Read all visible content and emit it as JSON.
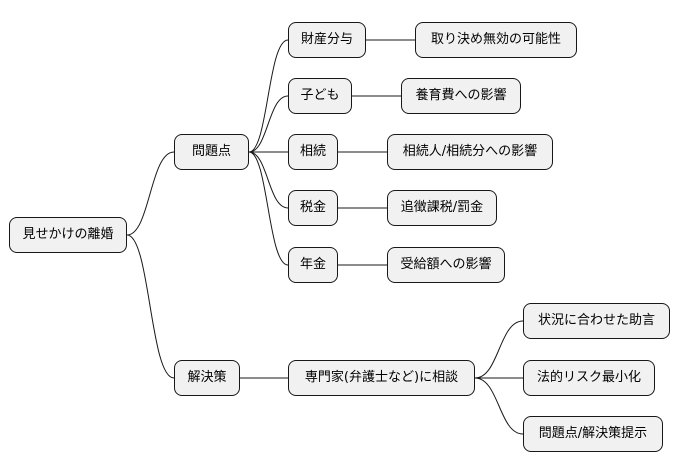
{
  "mindmap": {
    "root": {
      "label": "見せかけの離婚"
    },
    "branches": [
      {
        "label": "問題点",
        "children": [
          {
            "label": "財産分与",
            "children": [
              {
                "label": "取り決め無効の可能性"
              }
            ]
          },
          {
            "label": "子ども",
            "children": [
              {
                "label": "養育費への影響"
              }
            ]
          },
          {
            "label": "相続",
            "children": [
              {
                "label": "相続人/相続分への影響"
              }
            ]
          },
          {
            "label": "税金",
            "children": [
              {
                "label": "追徴課税/罰金"
              }
            ]
          },
          {
            "label": "年金",
            "children": [
              {
                "label": "受給額への影響"
              }
            ]
          }
        ]
      },
      {
        "label": "解決策",
        "children": [
          {
            "label": "専門家(弁護士など)に相談",
            "children": [
              {
                "label": "状況に合わせた助言"
              },
              {
                "label": "法的リスク最小化"
              },
              {
                "label": "問題点/解決策提示"
              }
            ]
          }
        ]
      }
    ]
  },
  "colors": {
    "node_fill": "#f1f1f1",
    "node_border": "#181818",
    "edge": "#181818"
  }
}
